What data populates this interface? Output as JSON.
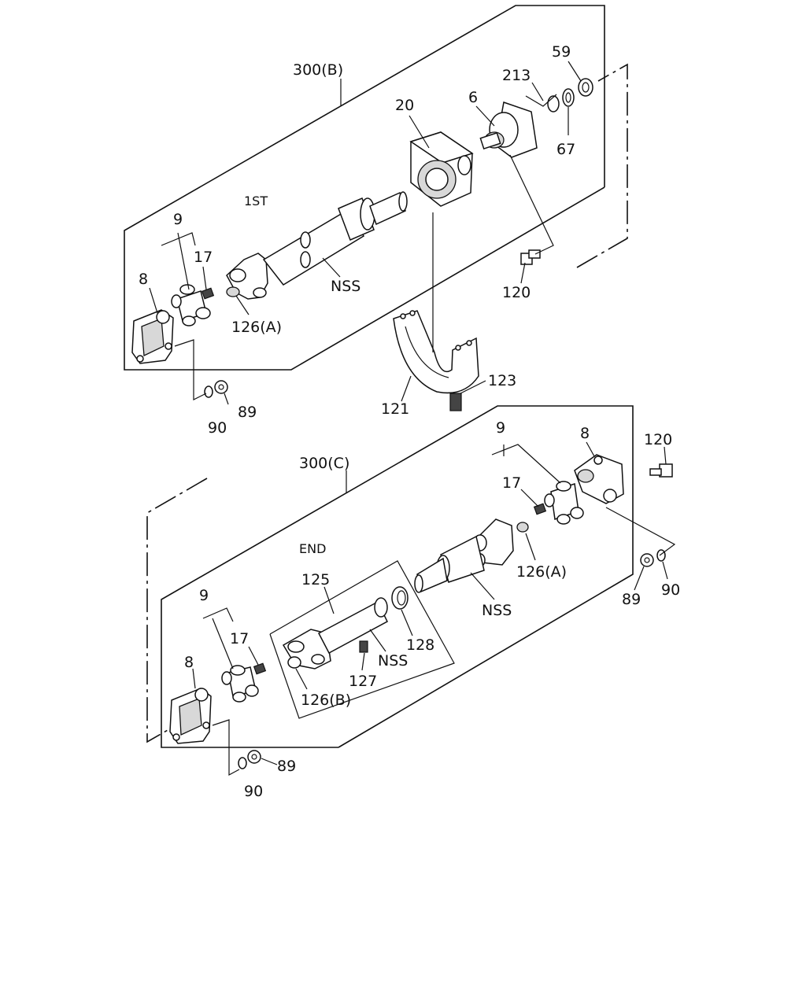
{
  "assemblies": {
    "upper": {
      "label": "300(B)",
      "section": "1ST"
    },
    "lower": {
      "label": "300(C)",
      "section": "END"
    }
  },
  "callouts": {
    "upper": {
      "p59": "59",
      "p213": "213",
      "p6": "6",
      "p20": "20",
      "p67": "67",
      "p9": "9",
      "p17": "17",
      "p8": "8",
      "nss": "NSS",
      "p126a": "126(A)",
      "p120": "120",
      "p123": "123",
      "p121": "121",
      "p89": "89",
      "p90": "90"
    },
    "lower": {
      "p9a": "9",
      "p8a": "8",
      "p120": "120",
      "p17a": "17",
      "p126a": "126(A)",
      "p89a": "89",
      "p90a": "90",
      "nss1": "NSS",
      "p125": "125",
      "p128": "128",
      "nss2": "NSS",
      "p127": "127",
      "p126b": "126(B)",
      "p9b": "9",
      "p17b": "17",
      "p8b": "8",
      "p89b": "89",
      "p90b": "90"
    }
  }
}
